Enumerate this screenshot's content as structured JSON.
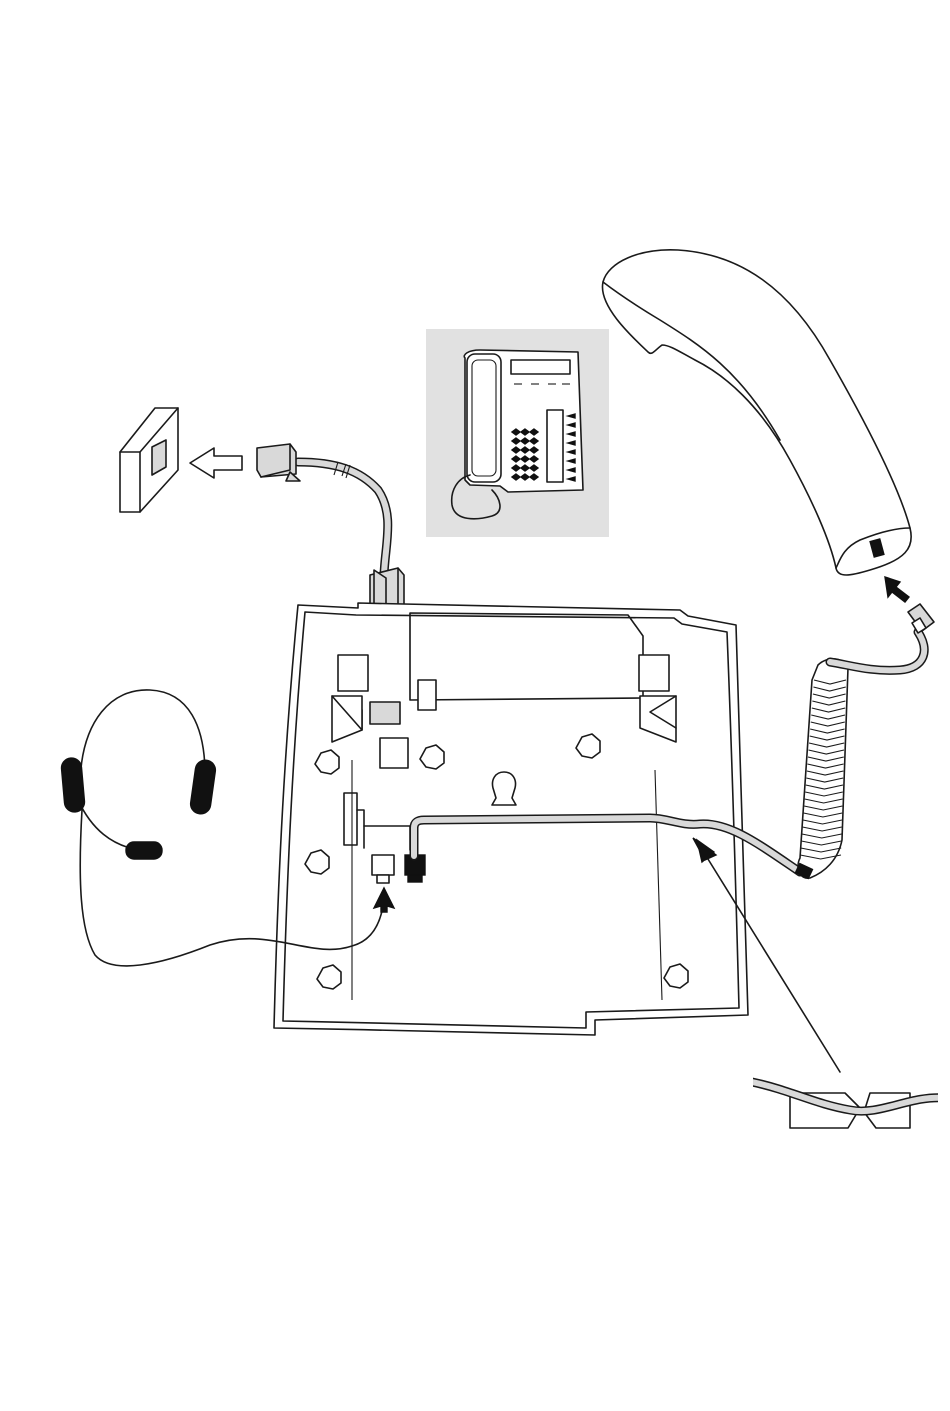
{
  "diagram": {
    "type": "installation-illustration",
    "parts": [
      "wall-socket",
      "line-cord-plug",
      "telephone-base-underside",
      "phone-inset",
      "handset",
      "coiled-handset-cord",
      "headset",
      "cord-channel-detail"
    ]
  },
  "colors": {
    "stroke": "#1a1a1a",
    "fill_gray": "#d9d9d9",
    "inset_bg": "#e1e1e1",
    "connector_black": "#111111"
  }
}
